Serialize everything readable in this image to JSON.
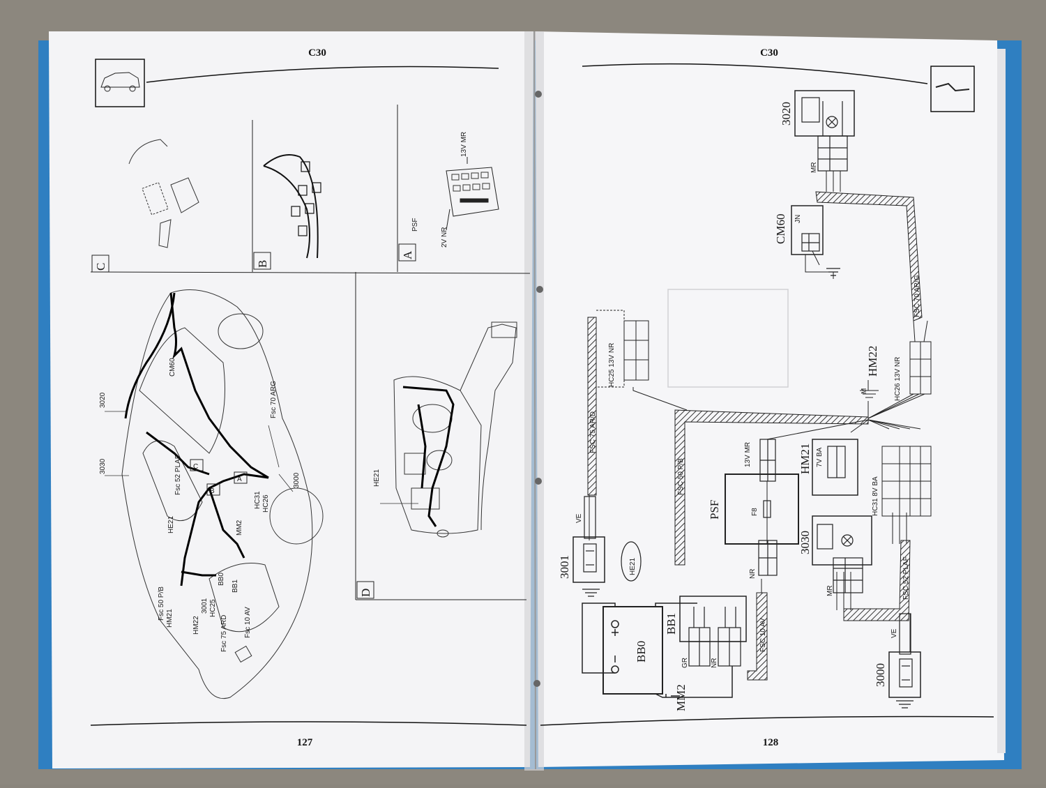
{
  "left_page": {
    "section": "C30",
    "page_number": "127",
    "inset_letters": [
      "A",
      "B",
      "C",
      "D"
    ],
    "inset_a_labels": [
      "PSF",
      "2V NR",
      "13V MR"
    ],
    "car_labels": [
      "3020",
      "3030",
      "CM60",
      "Fsc 70 ARG",
      "Fsc 52 PLAF",
      "HE21",
      "MM2",
      "BB0",
      "BB1",
      "HC31",
      "HC26",
      "3000",
      "Fsc 50 P/B",
      "HM21",
      "HM22",
      "3001",
      "HC25",
      "Fsc 75 ARD",
      "Fsc 10 AV"
    ],
    "inset_d_labels": [
      "HE21"
    ]
  },
  "right_page": {
    "section": "C30",
    "page_number": "128",
    "components": {
      "c3020": "3020",
      "c3030": "3030",
      "c3000": "3000",
      "c3001": "3001",
      "cm60": "CM60",
      "hm22": "HM22",
      "hm21": "HM21",
      "psf": "PSF",
      "bb0": "BB0",
      "bb1": "BB1",
      "mm2": "MM2",
      "he21": "HE21"
    },
    "harness_labels": {
      "fsc70": "FSC 70 AR/G",
      "fsc75": "FSC 75 AR/D",
      "fsc50": "FSC 50 P/B",
      "fsc10": "FSC 10 AV",
      "fsc52": "FSC 52 PLAF"
    },
    "connector_labels": {
      "hc25": "HC25 13V NR",
      "hc26": "HC26 13V NR",
      "hc31": "HC31 8V BA",
      "psf_conn": "13V MR",
      "hm21_conn": "7V BA",
      "cm60_color": "JN",
      "mr": "MR",
      "ve": "VE",
      "nr": "NR",
      "gr": "GR",
      "m": "M",
      "f8": "F8"
    }
  }
}
